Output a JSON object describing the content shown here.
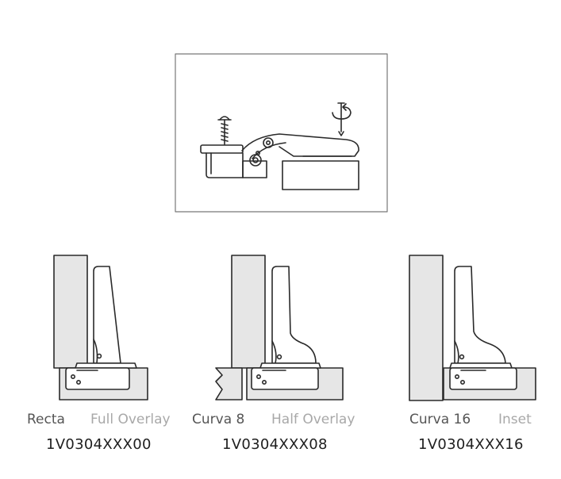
{
  "variants": [
    {
      "type": "Recta",
      "overlay": "Full Overlay",
      "code": "1V0304XXX00"
    },
    {
      "type": "Curva 8",
      "overlay": "Half Overlay",
      "code": "1V0304XXX08"
    },
    {
      "type": "Curva 16",
      "overlay": "Inset",
      "code": "1V0304XXX16"
    }
  ],
  "colors": {
    "line": "#2a2a2a",
    "panel_fill": "#e6e6e6",
    "frame": "#777777",
    "name_text": "#555555",
    "overlay_text": "#a8a8a8",
    "code_text": "#1e1e1e"
  },
  "icons": [
    "screw-icon",
    "rotate-arrow-icon",
    "hinge-icon"
  ]
}
